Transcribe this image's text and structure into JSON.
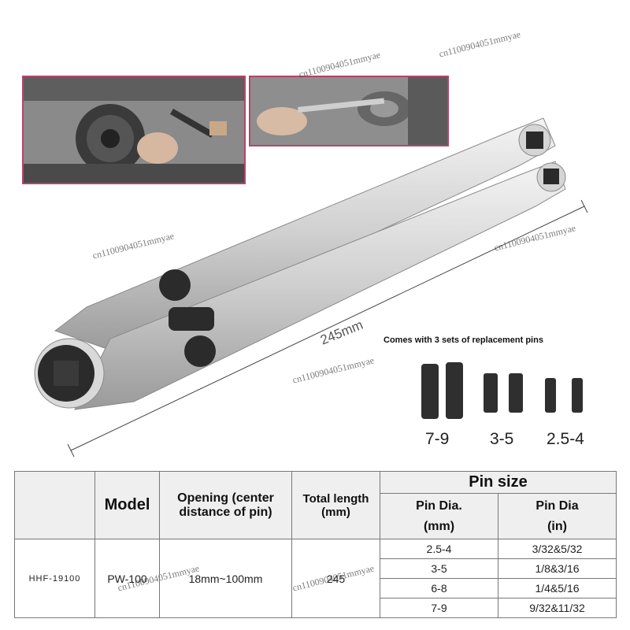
{
  "watermark": "cn1100904051mmyae",
  "dimension": "245mm",
  "pins": {
    "caption": "Comes with 3 sets of replacement pins",
    "sizes": [
      "7-9",
      "3-5",
      "2.5-4"
    ]
  },
  "table": {
    "headers": {
      "model": "Model",
      "opening": "Opening (center distance of pin)",
      "total_length": "Total length (mm)",
      "pin_size": "Pin size",
      "pin_dia_mm_line1": "Pin Dia.",
      "pin_dia_mm_line2": "(mm)",
      "pin_dia_in_line1": "Pin Dia",
      "pin_dia_in_line2": "(in)"
    },
    "row": {
      "code": "HHF-19100",
      "model": "PW-100",
      "opening": "18mm~100mm",
      "length": "245"
    },
    "pin_rows": [
      {
        "mm": "2.5-4",
        "inch": "3/32&5/32"
      },
      {
        "mm": "3-5",
        "inch": "1/8&3/16"
      },
      {
        "mm": "6-8",
        "inch": "1/4&5/16"
      },
      {
        "mm": "7-9",
        "inch": "9/32&11/32"
      }
    ]
  },
  "colors": {
    "photo_border": "#b2456a",
    "steel": "#d9d9d9",
    "knob": "#2b2b2b"
  }
}
